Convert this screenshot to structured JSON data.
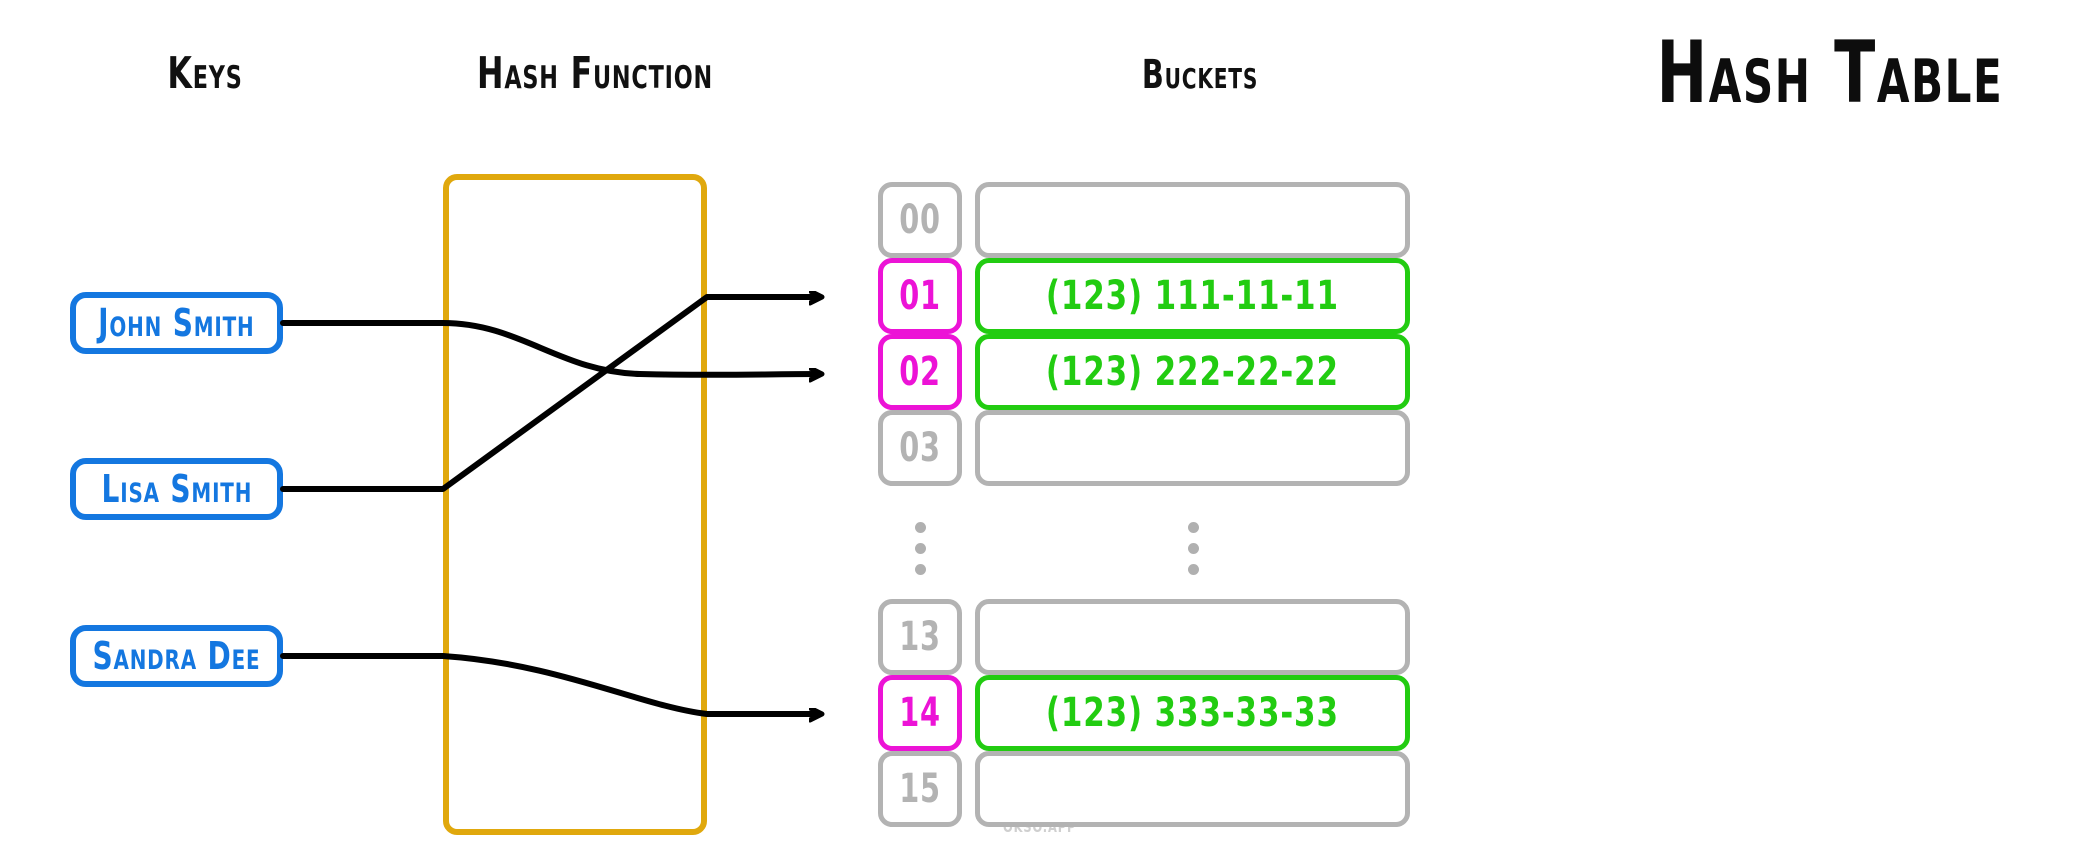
{
  "title": "Hash Table",
  "columns": {
    "keys": "Keys",
    "hash_function": "Hash Function",
    "buckets": "Buckets"
  },
  "colors": {
    "key_border": "#1477e0",
    "key_text": "#1477e0",
    "hash_box_border": "#e0a80d",
    "bucket_idle": "#b3b3b3",
    "bucket_active": "#ec13d6",
    "value_filled": "#22cc11",
    "wire": "#000000",
    "background": "#ffffff"
  },
  "keys": [
    {
      "label": "John Smith",
      "maps_to": "02"
    },
    {
      "label": "Lisa Smith",
      "maps_to": "01"
    },
    {
      "label": "Sandra Dee",
      "maps_to": "14"
    }
  ],
  "buckets_top": [
    {
      "index": "00",
      "value": "",
      "active": false
    },
    {
      "index": "01",
      "value": "(123) 111-11-11",
      "active": true
    },
    {
      "index": "02",
      "value": "(123) 222-22-22",
      "active": true
    },
    {
      "index": "03",
      "value": "",
      "active": false
    }
  ],
  "buckets_bottom": [
    {
      "index": "13",
      "value": "",
      "active": false
    },
    {
      "index": "14",
      "value": "(123) 333-33-33",
      "active": true
    },
    {
      "index": "15",
      "value": "",
      "active": false
    }
  ],
  "ellipsis": "⋮",
  "watermark": "OKSO.APP"
}
